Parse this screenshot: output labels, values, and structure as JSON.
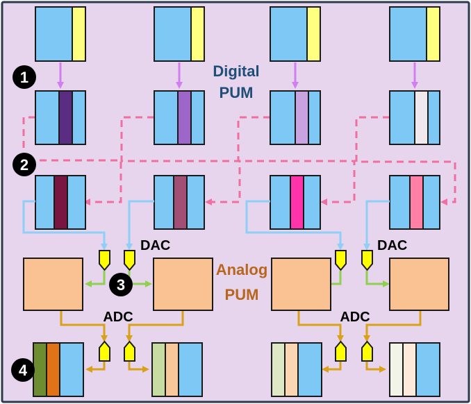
{
  "labels": {
    "digital_line1": "Digital",
    "digital_line2": "PUM",
    "analog_line1": "Analog",
    "analog_line2": "PUM",
    "dac_left": "DAC",
    "dac_right": "DAC",
    "adc_left": "ADC",
    "adc_right": "ADC"
  },
  "steps": [
    "1",
    "2",
    "3",
    "4"
  ],
  "colors": {
    "background": "#e6d5ec",
    "border": "#2b3a4e",
    "block_blue": "#7ec8f5",
    "highlight_yellow": "#ffff80",
    "analog_block": "#fac193",
    "digital_label": "#1f4e79",
    "analog_label": "#b8651e",
    "arrow_violet": "#d37ef0",
    "arrow_pink": "#f06fa2",
    "arrow_lightblue": "#8fcff7",
    "arrow_green": "#8fd14f",
    "arrow_gold": "#d9a11a",
    "converter_yellow": "#ffff00",
    "row2_stripes": [
      "#5a2d82",
      "#9e66c8",
      "#c9a3e0",
      "#f1e8ee"
    ],
    "row3_stripes": [
      "#7a1440",
      "#a34e75",
      "#ff33aa",
      "#ff7fa6"
    ],
    "row5_stripes": [
      [
        "#6e8c30",
        "#e07318"
      ],
      [
        "#c7dca2",
        "#f8c79a"
      ],
      [
        "#dfe8c4",
        "#fbd6b3"
      ],
      [
        "#f1f4e6",
        "#fdeadb"
      ]
    ]
  }
}
